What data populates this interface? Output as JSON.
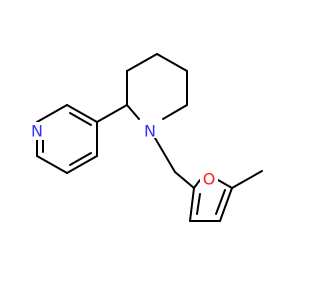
{
  "molecule": {
    "atoms": {
      "pyridine_n": {
        "symbol": "N",
        "color": "#3333ff"
      },
      "piperidine_n": {
        "symbol": "N",
        "color": "#3333ff"
      },
      "furan_o": {
        "symbol": "O",
        "color": "#ff2020"
      }
    },
    "bond_color": "#000000"
  }
}
